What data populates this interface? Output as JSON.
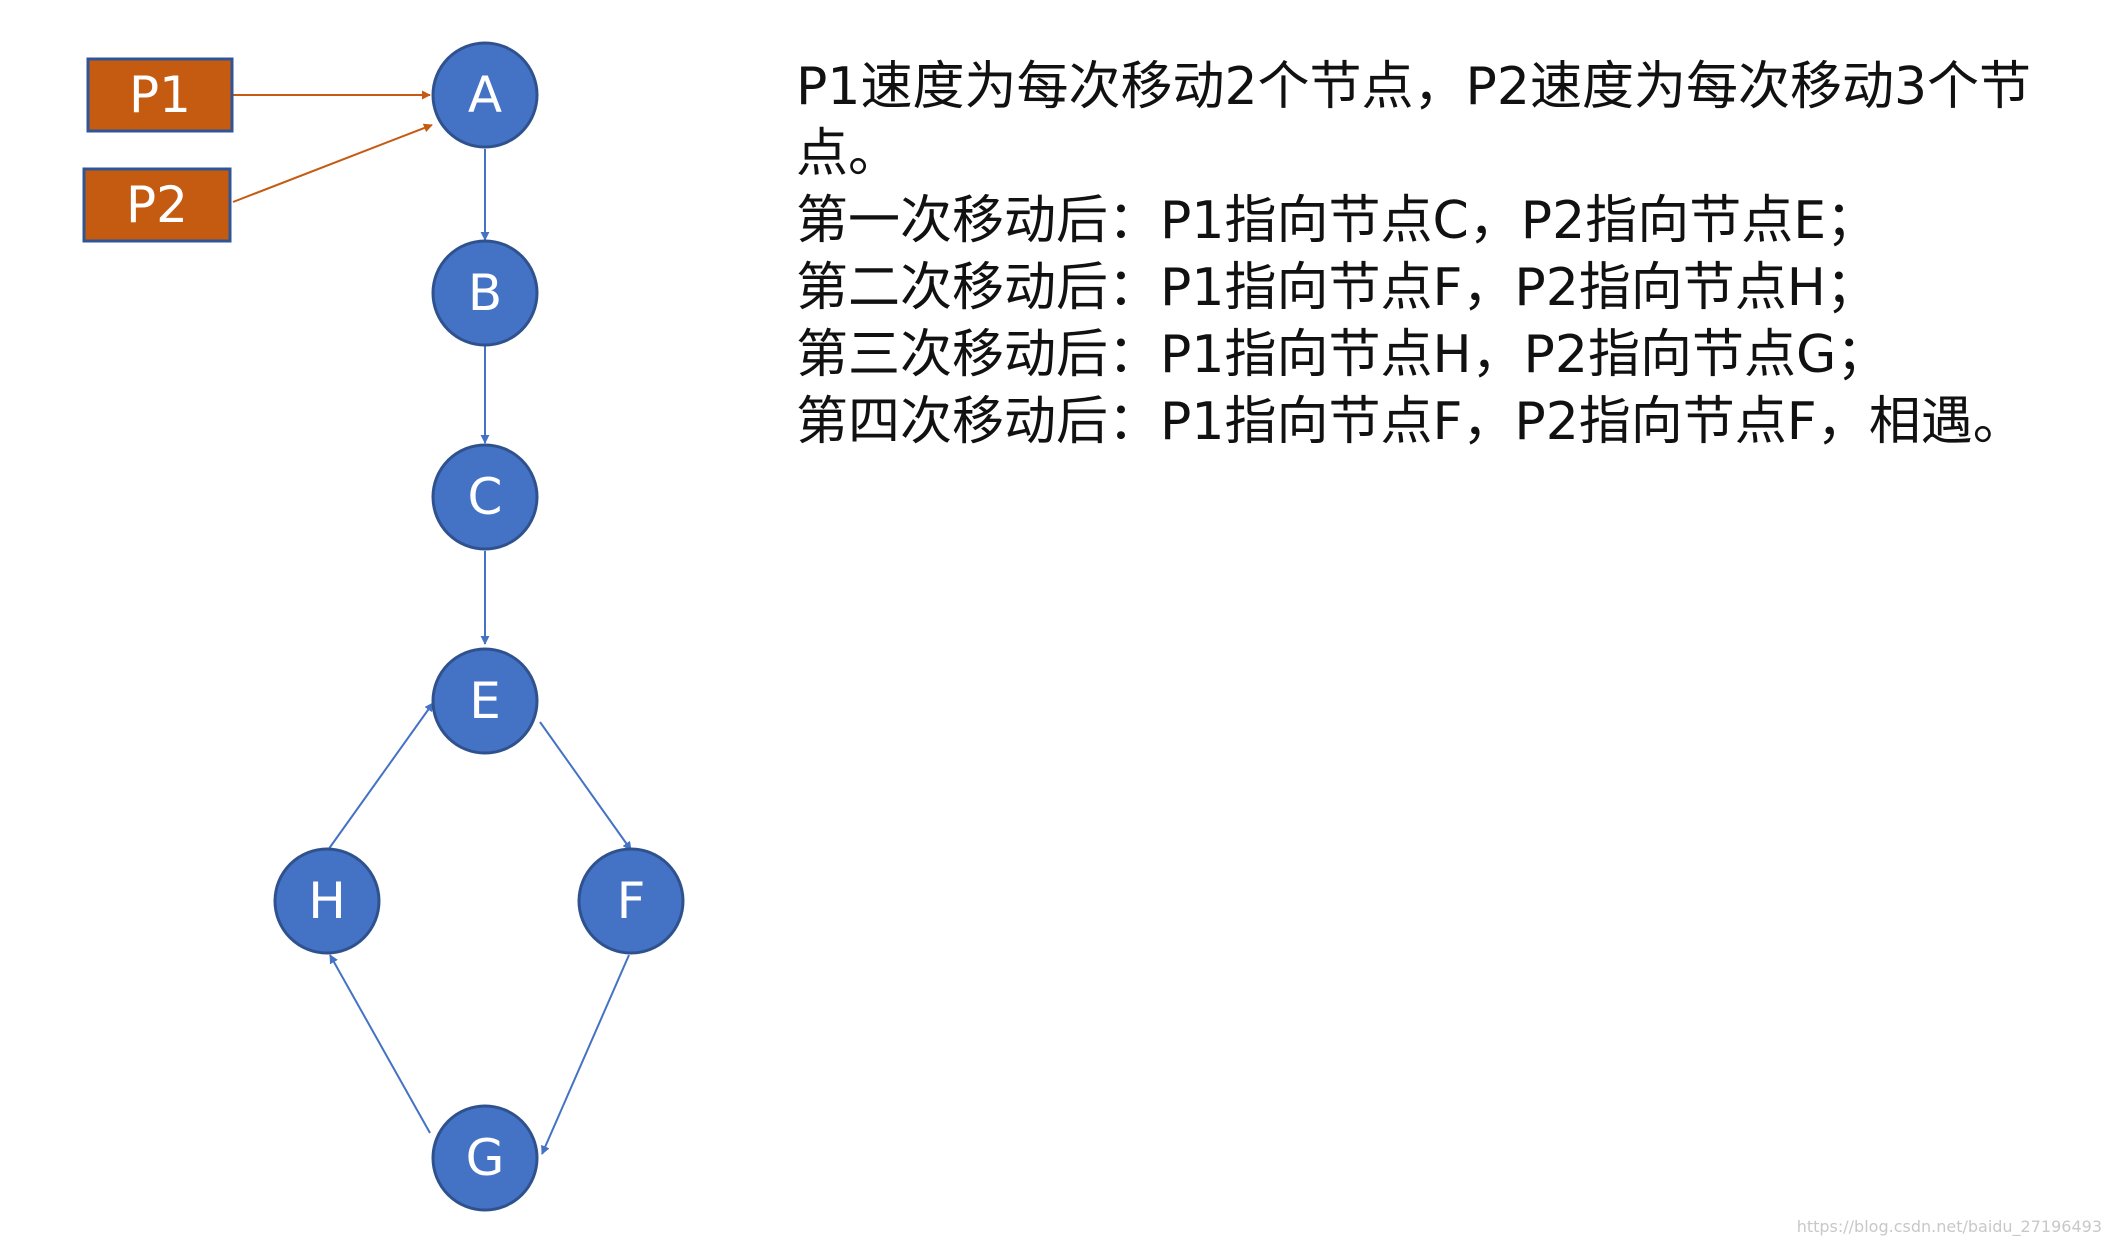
{
  "colors": {
    "node_fill": "#4472c4",
    "node_stroke": "#2f528f",
    "pointer_fill": "#c55a11",
    "pointer_stroke": "#2f5597",
    "pointer_arrow": "#c55a11",
    "edge": "#4472c4"
  },
  "nodes": {
    "A": "A",
    "B": "B",
    "C": "C",
    "E": "E",
    "F": "F",
    "G": "G",
    "H": "H"
  },
  "pointers": {
    "p1": "P1",
    "p2": "P2"
  },
  "edges": [
    [
      "A",
      "B"
    ],
    [
      "B",
      "C"
    ],
    [
      "C",
      "E"
    ],
    [
      "E",
      "F"
    ],
    [
      "F",
      "G"
    ],
    [
      "G",
      "H"
    ],
    [
      "H",
      "E"
    ]
  ],
  "pointer_edges": [
    [
      "P1",
      "A"
    ],
    [
      "P2",
      "A"
    ]
  ],
  "description": [
    "P1速度为每次移动2个节点，P2速度为每次移动3个节点。",
    "第一次移动后：P1指向节点C，P2指向节点E；",
    "第二次移动后：P1指向节点F，P2指向节点H；",
    "第三次移动后：P1指向节点H，P2指向节点G；",
    "第四次移动后：P1指向节点F，P2指向节点F，相遇。"
  ],
  "watermark": "https://blog.csdn.net/baidu_27196493"
}
